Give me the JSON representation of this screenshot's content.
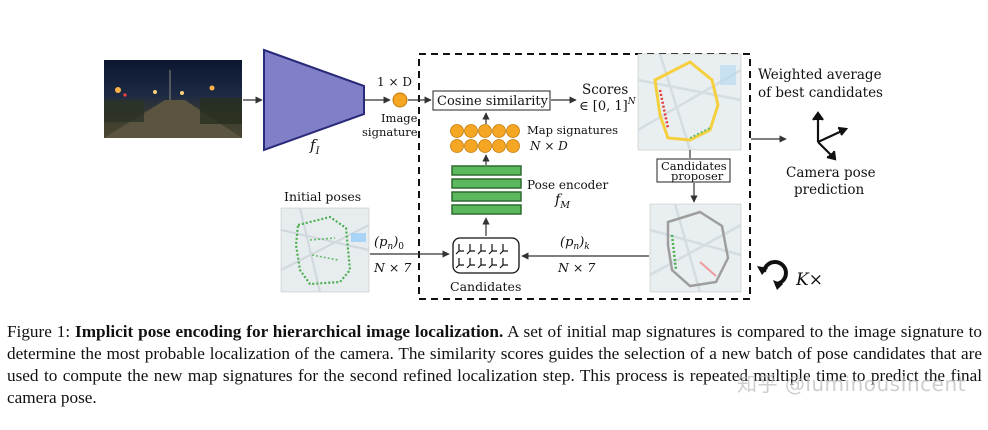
{
  "figure": {
    "image_dim_label": "1 × D",
    "image_signature_label_line1": "Image",
    "image_signature_label_line2": "signature",
    "image_encoder_label": "f_I",
    "cosine_label": "Cosine similarity",
    "scores_label": "Scores",
    "scores_range": "∈ [0,1]^N",
    "map_signatures_label": "Map signatures",
    "map_signatures_dim": "N × D",
    "pose_encoder_label": "Pose encoder",
    "pose_encoder_symbol": "f_M",
    "initial_poses_label": "Initial poses",
    "initial_poses_symbol": "(p_n)_0",
    "initial_poses_dim": "N × 7",
    "candidates_label": "Candidates",
    "candidates_poses_symbol": "(p_n)_k",
    "candidates_poses_dim": "N × 7",
    "candidates_proposer_line1": "Candidates",
    "candidates_proposer_line2": "proposer",
    "weighted_avg_line1": "Weighted average",
    "weighted_avg_line2": "of best candidates",
    "camera_pose_line1": "Camera pose",
    "camera_pose_line2": "prediction",
    "repeat_label": "K×",
    "colors": {
      "encoder_fill": "#8080c8",
      "encoder_stroke": "#2a2a7a",
      "signature_orange": "#f5a623",
      "pose_encoder_green": "#5cb85c",
      "pose_encoder_stroke": "#2e6b2e"
    }
  },
  "caption": {
    "prefix": "Figure 1: ",
    "title": "Implicit pose encoding for hierarchical image localization.",
    "body": " A set of initial map signatures is compared to the image signature to determine the most probable localization of the camera. The similarity scores guides the selection of a new batch of pose candidates that are used to compute the new map signatures for the second refined localization step. This process is repeated multiple time to predict the final camera pose."
  },
  "watermark": "知乎 @luminousIncent"
}
